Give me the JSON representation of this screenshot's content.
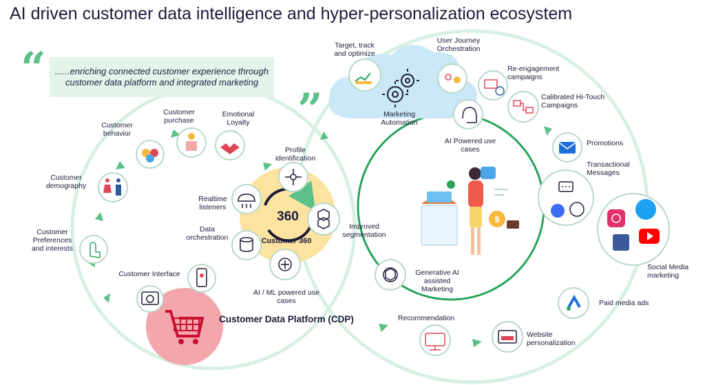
{
  "title": "AI driven customer data intelligence and hyper-personalization ecosystem",
  "quote": "......enriching connected customer experience through customer data platform and integrated marketing",
  "colors": {
    "ring": "#d8f0e2",
    "arrow": "#5cc08a",
    "dark_green": "#27a35a",
    "cdp_pink": "#f4a6ad",
    "hub_yellow": "#fde3a0",
    "cloud_blue": "#cbe8f6",
    "icon_border": "#b9d7c9"
  },
  "cdp": {
    "label": "Customer Data Platform (CDP)",
    "icon": "shopping-cart-icon",
    "nodes": [
      {
        "id": "customer-interface",
        "label": "Customer Interface",
        "icons": [
          "browser-icon",
          "mobile-map-icon"
        ]
      },
      {
        "id": "customer-preferences",
        "label": "Customer Preferences and interests",
        "icon": "touch-icon"
      },
      {
        "id": "customer-demography",
        "label": "Customer demography",
        "icon": "man-woman-icon"
      },
      {
        "id": "customer-behavior",
        "label": "Customer behavior",
        "icon": "media-icon"
      },
      {
        "id": "customer-purchase",
        "label": "Customer purchase",
        "icon": "shopper-icon"
      },
      {
        "id": "emotional-loyalty",
        "label": "Emotional Loyalty",
        "icon": "handshake-icon"
      }
    ]
  },
  "customer360": {
    "label": "Customer 360",
    "center_text": "360",
    "nodes": [
      {
        "id": "profile-identification",
        "label": "Profile identification",
        "icon": "network-user-icon"
      },
      {
        "id": "realtime-listeners",
        "label": "Realtime listeners",
        "icon": "cloud-network-icon"
      },
      {
        "id": "data-orchestration",
        "label": "Data orchestration",
        "icon": "database-icon"
      },
      {
        "id": "improved-segmentation",
        "label": "Improved segmentation",
        "icon": "hexagon-users-icon"
      },
      {
        "id": "ai-ml-use-cases",
        "label": "AI / ML powered use cases",
        "icon": "ai-brain-icon"
      }
    ]
  },
  "marketing_automation": {
    "label": "Marketing Automation",
    "icon": "gears-icon",
    "nodes": [
      {
        "id": "target-track-optimize",
        "label": "Target, track and optimize",
        "icon": "growth-chart-icon"
      },
      {
        "id": "user-journey",
        "label": "User Journey Orchestration",
        "icon": "journey-icon"
      },
      {
        "id": "ai-powered-use-cases",
        "label": "AI Powered use cases",
        "icon": "ai-head-icon"
      }
    ]
  },
  "channels": [
    {
      "id": "re-engagement",
      "label": "Re-engagement campaigns",
      "icon": "email-globe-icon"
    },
    {
      "id": "hi-touch",
      "label": "Calibrated Hi-Touch Campaigns",
      "icon": "flow-icon"
    },
    {
      "id": "promotions",
      "label": "Promotions",
      "icon": "envelope-icon"
    },
    {
      "id": "transactional",
      "label": "Transactional Messages",
      "icon": "messenger-whatsapp-icon"
    },
    {
      "id": "social-media",
      "label": "Social Media marketing",
      "icon": "social-icons"
    },
    {
      "id": "paid-media",
      "label": "Paid media ads",
      "icon": "ads-icon"
    },
    {
      "id": "website-personalization",
      "label": "Website personalization",
      "icon": "web-personalize-icon"
    },
    {
      "id": "recommendation",
      "label": "Recommendation",
      "icon": "recommend-monitor-icon"
    },
    {
      "id": "generative-ai",
      "label": "Generative AI assisted Marketing",
      "icon": "openai-icon"
    }
  ]
}
